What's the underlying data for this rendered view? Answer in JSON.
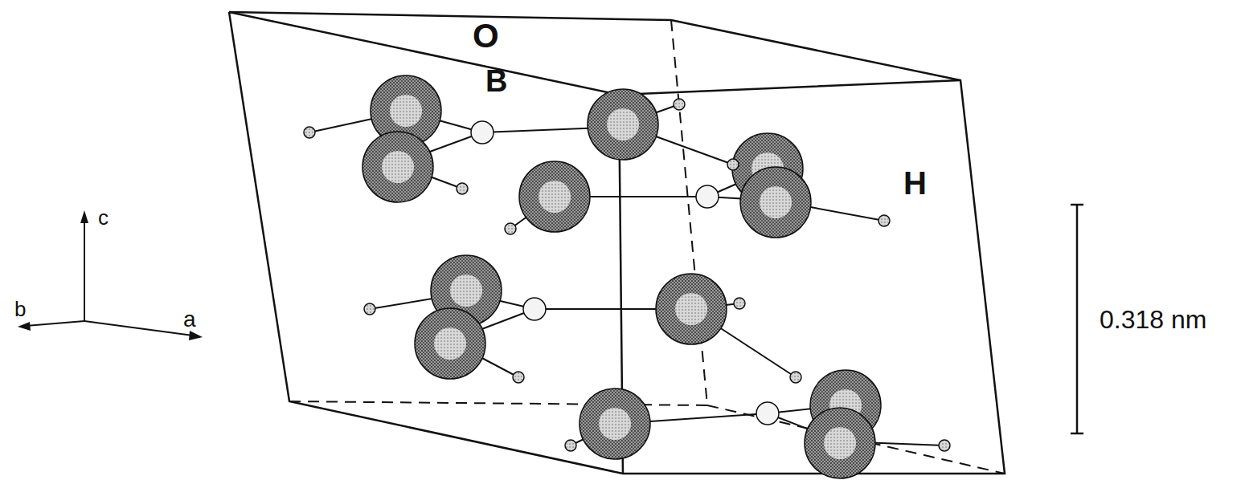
{
  "diagram": {
    "labels": [
      "O",
      "B",
      "H",
      "c",
      "b",
      "a",
      "0.318 nm"
    ]
  }
}
